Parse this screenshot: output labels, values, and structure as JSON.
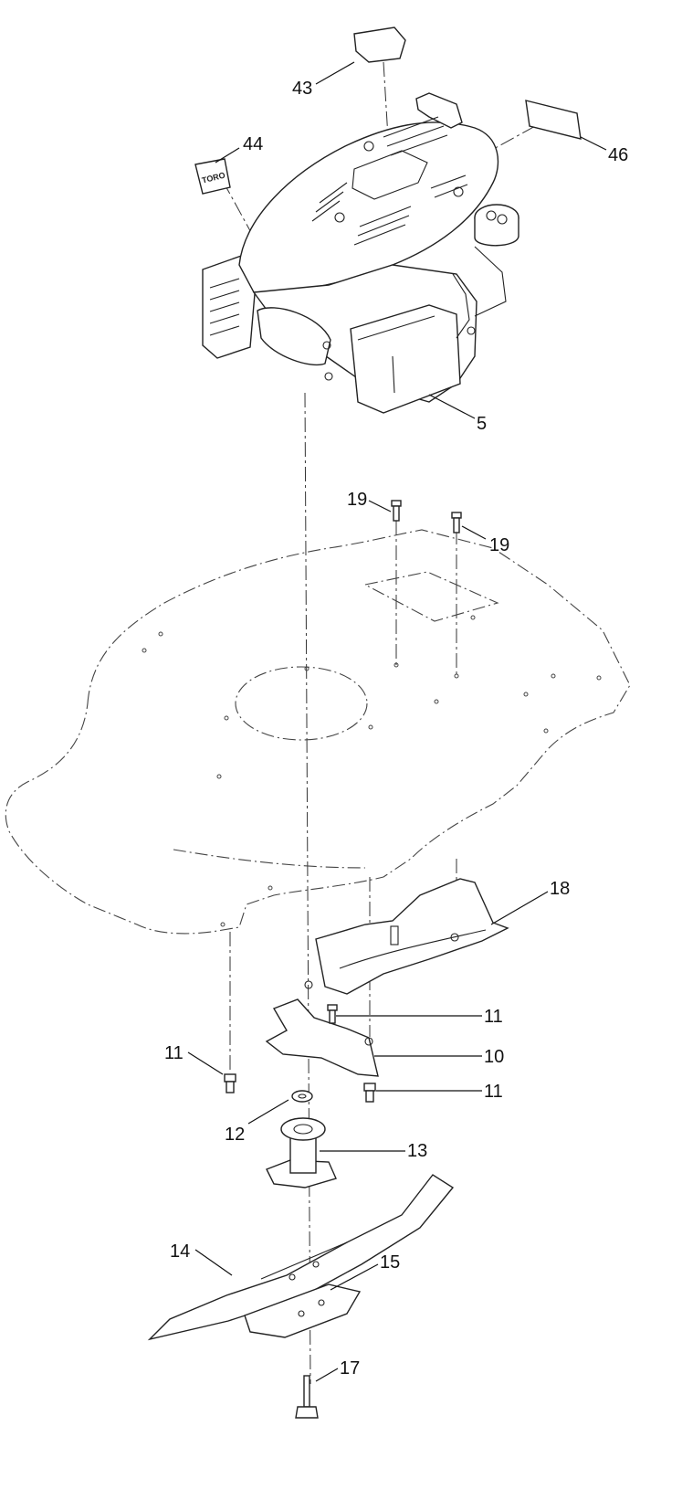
{
  "callouts": {
    "c43": "43",
    "c44": "44",
    "c46": "46",
    "c5": "5",
    "c19a": "19",
    "c19b": "19",
    "c18": "18",
    "c11a": "11",
    "c11b": "11",
    "c11c": "11",
    "c10": "10",
    "c12": "12",
    "c13": "13",
    "c14": "14",
    "c15": "15",
    "c17": "17"
  },
  "decal_text": "TORO"
}
